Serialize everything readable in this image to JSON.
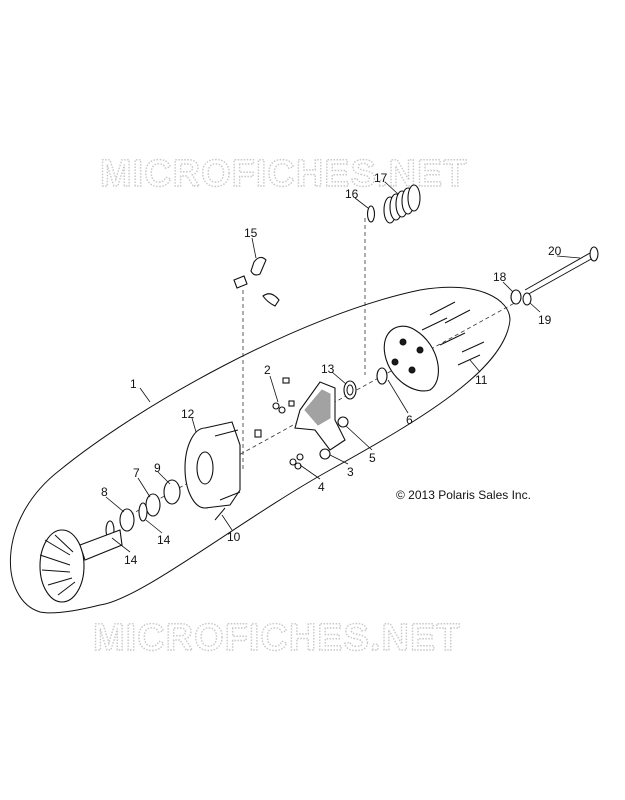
{
  "watermark": {
    "text": "MICROFICHES.NET"
  },
  "copyright": "© 2013 Polaris Sales Inc.",
  "callouts": [
    {
      "id": "1",
      "label": "1"
    },
    {
      "id": "2",
      "label": "2"
    },
    {
      "id": "3",
      "label": "3"
    },
    {
      "id": "4",
      "label": "4"
    },
    {
      "id": "5",
      "label": "5"
    },
    {
      "id": "6",
      "label": "6"
    },
    {
      "id": "7",
      "label": "7"
    },
    {
      "id": "8",
      "label": "8"
    },
    {
      "id": "9",
      "label": "9"
    },
    {
      "id": "10",
      "label": "10"
    },
    {
      "id": "11",
      "label": "11"
    },
    {
      "id": "12",
      "label": "12"
    },
    {
      "id": "13",
      "label": "13"
    },
    {
      "id": "14a",
      "label": "14"
    },
    {
      "id": "14b",
      "label": "14"
    },
    {
      "id": "15",
      "label": "15"
    },
    {
      "id": "16",
      "label": "16"
    },
    {
      "id": "17",
      "label": "17"
    },
    {
      "id": "18",
      "label": "18"
    },
    {
      "id": "19",
      "label": "19"
    },
    {
      "id": "20",
      "label": "20"
    }
  ],
  "colors": {
    "line": "#111111",
    "watermark": "#c8c8c8",
    "background": "#ffffff"
  }
}
